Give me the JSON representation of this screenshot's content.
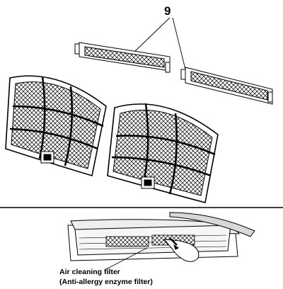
{
  "callout": {
    "number": "9"
  },
  "caption": {
    "line1": "Air cleaning filter",
    "line2": "(Anti-allergy enzyme filter)"
  },
  "colors": {
    "line": "#000000",
    "background": "#ffffff",
    "shade": "#d8d8d8"
  }
}
